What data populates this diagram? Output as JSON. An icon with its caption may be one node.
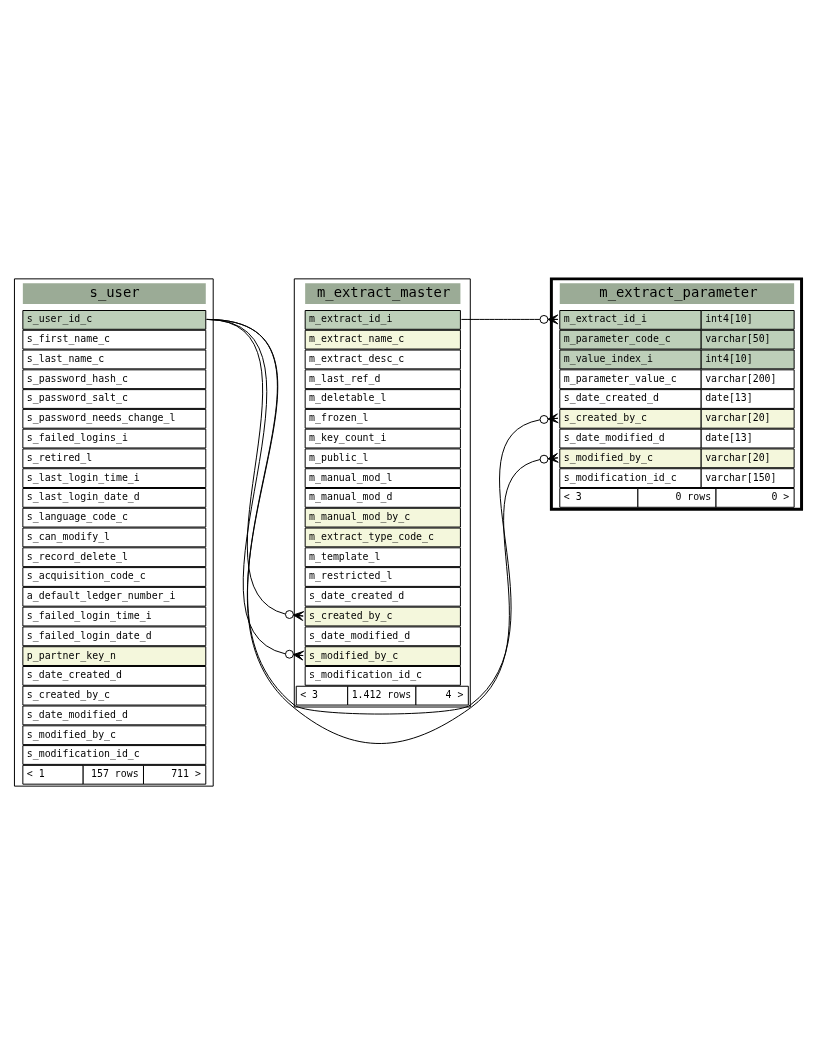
{
  "diagram": {
    "nodes": [
      {
        "text": [
          "m_extract_master"
        ]
      },
      {
        "text": [
          "m_extract_id_i"
        ],
        "in": 0
      },
      {
        "text": [
          "m_extract_name_c"
        ],
        "in": 0
      },
      {
        "text": [
          "m_extract_desc_c"
        ],
        "in": 0
      },
      {
        "text": [
          "m_last_ref_d"
        ],
        "in": 0
      },
      {
        "text": [
          "m_deletable_l"
        ],
        "in": 0
      },
      {
        "text": [
          "m_frozen_l"
        ],
        "in": 0
      },
      {
        "text": [
          "m_key_count_i"
        ],
        "in": 0
      },
      {
        "text": [
          "m_public_l"
        ],
        "in": 0
      },
      {
        "text": [
          "m_manual_mod_l"
        ],
        "in": 0
      },
      {
        "text": [
          "m_manual_mod_d"
        ],
        "in": 0
      },
      {
        "text": [
          "m_manual_mod_by_c"
        ],
        "in": 0
      },
      {
        "text": [
          "m_extract_type_code_c"
        ],
        "in": 0
      },
      {
        "text": [
          "m_template_l"
        ],
        "in": 0
      },
      {
        "text": [
          "m_restricted_l"
        ],
        "in": 0
      },
      {
        "text": [
          "s_date_created_d"
        ],
        "in": 0
      },
      {
        "text": [
          "s_created_by_c"
        ],
        "in": 0
      },
      {
        "text": [
          "s_date_modified_d"
        ],
        "in": 0
      },
      {
        "text": [
          "s_modified_by_c"
        ],
        "in": 0
      },
      {
        "text": [
          "s_modification_id_c"
        ],
        "in": 0
      },
      {
        "text": [
          "< 3",
          "1.412 rows",
          "4 >"
        ],
        "in": 0
      },
      {
        "text": [
          "m_extract_parameter"
        ]
      },
      {
        "text": [
          "m_extract_id_i",
          "int4[10]"
        ],
        "in": 21
      },
      {
        "text": [
          "m_parameter_code_c",
          "varchar[50]"
        ],
        "in": 21
      },
      {
        "text": [
          "m_value_index_i",
          "int4[10]"
        ],
        "in": 21
      },
      {
        "text": [
          "m_parameter_value_c",
          "varchar[200]"
        ],
        "in": 21
      },
      {
        "text": [
          "s_date_created_d",
          "date[13]"
        ],
        "in": 21
      },
      {
        "text": [
          "s_created_by_c",
          "varchar[20]"
        ],
        "in": 21
      },
      {
        "text": [
          "s_date_modified_d",
          "date[13]"
        ],
        "in": 21
      },
      {
        "text": [
          "s_modified_by_c",
          "varchar[20]"
        ],
        "in": 21
      },
      {
        "text": [
          "s_modification_id_c",
          "varchar[150]"
        ],
        "in": 21
      },
      {
        "text": [
          "< 3",
          "0 rows",
          "0 >"
        ],
        "in": 21
      },
      {
        "text": [
          "s_user"
        ]
      },
      {
        "text": [
          "s_user_id_c"
        ],
        "in": 32
      },
      {
        "text": [
          "s_first_name_c"
        ],
        "in": 32
      },
      {
        "text": [
          "s_last_name_c"
        ],
        "in": 32
      },
      {
        "text": [
          "s_password_hash_c"
        ],
        "in": 32
      },
      {
        "text": [
          "s_password_salt_c"
        ],
        "in": 32
      },
      {
        "text": [
          "s_password_needs_change_l"
        ],
        "in": 32
      },
      {
        "text": [
          "s_failed_logins_i"
        ],
        "in": 32
      },
      {
        "text": [
          "s_retired_l"
        ],
        "in": 32
      },
      {
        "text": [
          "s_last_login_time_i"
        ],
        "in": 32
      },
      {
        "text": [
          "s_last_login_date_d"
        ],
        "in": 32
      },
      {
        "text": [
          "s_language_code_c"
        ],
        "in": 32
      },
      {
        "text": [
          "s_can_modify_l"
        ],
        "in": 32
      },
      {
        "text": [
          "s_record_delete_l"
        ],
        "in": 32
      },
      {
        "text": [
          "s_acquisition_code_c"
        ],
        "in": 32
      },
      {
        "text": [
          "a_default_ledger_number_i"
        ],
        "in": 32
      },
      {
        "text": [
          "s_failed_login_time_i"
        ],
        "in": 32
      },
      {
        "text": [
          "s_failed_login_date_d"
        ],
        "in": 32
      },
      {
        "text": [
          "p_partner_key_n"
        ],
        "in": 32
      },
      {
        "text": [
          "s_date_created_d"
        ],
        "in": 32
      },
      {
        "text": [
          "s_created_by_c"
        ],
        "in": 32
      },
      {
        "text": [
          "s_date_modified_d"
        ],
        "in": 32
      },
      {
        "text": [
          "s_modified_by_c"
        ],
        "in": 32
      },
      {
        "text": [
          "s_modification_id_c"
        ],
        "in": 32
      },
      {
        "text": [
          "< 1",
          "157 rows",
          "711 >"
        ],
        "in": 32
      }
    ],
    "edges": [
      {
        "from": 22,
        "to": 1,
        "arrow": "other"
      },
      {
        "from": 16,
        "to": 33,
        "arrow": "other"
      },
      {
        "from": 18,
        "to": 33,
        "arrow": "other"
      },
      {
        "from": 27,
        "to": 33,
        "arrow": "other"
      },
      {
        "from": 29,
        "to": 33,
        "arrow": "other"
      }
    ]
  }
}
